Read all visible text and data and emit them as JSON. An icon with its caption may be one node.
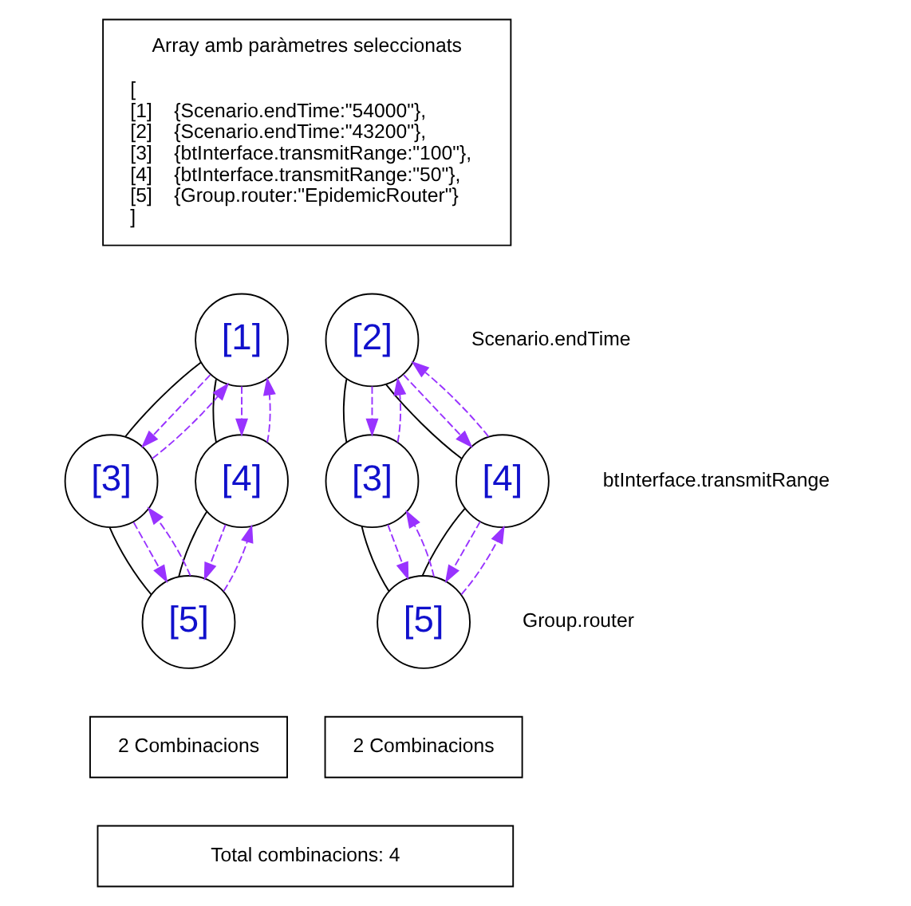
{
  "diagram": {
    "nodes": [
      {
        "text": [
          "Array amb paràmetres seleccionats",
          "[",
          "[1]    {Scenario.endTime:\"54000\"},",
          "[2]    {Scenario.endTime:\"43200\"},",
          "[3]    {btInterface.transmitRange:\"100\"},",
          "[4]    {btInterface.transmitRange:\"50\"},",
          "[5]    {Group.router:\"EpidemicRouter\"}",
          "]"
        ]
      },
      {
        "text": [
          "[1]"
        ]
      },
      {
        "text": [
          "[2]"
        ]
      },
      {
        "text": [
          "[3]"
        ]
      },
      {
        "text": [
          "[4]"
        ]
      },
      {
        "text": [
          "[3]"
        ]
      },
      {
        "text": [
          "[4]"
        ]
      },
      {
        "text": [
          "[5]"
        ]
      },
      {
        "text": [
          "[5]"
        ]
      },
      {
        "text": [
          "2 Combinacions"
        ]
      },
      {
        "text": [
          "2 Combinacions"
        ]
      },
      {
        "text": [
          "Total combinacions: 4"
        ]
      }
    ],
    "edges": [
      {
        "from": 1,
        "to": 3,
        "arrow": "none",
        "color": "#000000"
      },
      {
        "from": 1,
        "to": 4,
        "arrow": "none",
        "color": "#000000"
      },
      {
        "from": 3,
        "to": 7,
        "arrow": "none",
        "color": "#000000"
      },
      {
        "from": 4,
        "to": 7,
        "arrow": "none",
        "color": "#000000"
      },
      {
        "from": 2,
        "to": 5,
        "arrow": "none",
        "color": "#000000"
      },
      {
        "from": 2,
        "to": 6,
        "arrow": "none",
        "color": "#000000"
      },
      {
        "from": 5,
        "to": 8,
        "arrow": "none",
        "color": "#000000"
      },
      {
        "from": 6,
        "to": 8,
        "arrow": "none",
        "color": "#000000"
      },
      {
        "from": 1,
        "to": 3,
        "arrow": "to",
        "style": "dashed"
      },
      {
        "from": 3,
        "to": 1,
        "arrow": "to",
        "style": "dashed"
      },
      {
        "from": 1,
        "to": 4,
        "arrow": "to",
        "style": "dashed"
      },
      {
        "from": 4,
        "to": 1,
        "arrow": "to",
        "style": "dashed"
      },
      {
        "from": 3,
        "to": 7,
        "arrow": "to",
        "style": "dashed"
      },
      {
        "from": 7,
        "to": 3,
        "arrow": "to",
        "style": "dashed"
      },
      {
        "from": 4,
        "to": 7,
        "arrow": "to",
        "style": "dashed"
      },
      {
        "from": 7,
        "to": 4,
        "arrow": "to",
        "style": "dashed"
      },
      {
        "from": 2,
        "to": 5,
        "arrow": "to",
        "style": "dashed"
      },
      {
        "from": 5,
        "to": 2,
        "arrow": "to",
        "style": "dashed"
      },
      {
        "from": 2,
        "to": 6,
        "arrow": "to",
        "style": "dashed"
      },
      {
        "from": 6,
        "to": 2,
        "arrow": "to",
        "style": "dashed"
      },
      {
        "from": 5,
        "to": 8,
        "arrow": "to",
        "style": "dashed"
      },
      {
        "from": 8,
        "to": 5,
        "arrow": "to",
        "style": "dashed"
      },
      {
        "from": 6,
        "to": 8,
        "arrow": "to",
        "style": "dashed"
      },
      {
        "from": 8,
        "to": 6,
        "arrow": "to",
        "style": "dashed"
      }
    ],
    "labels": [
      "Scenario.endTime",
      "btInterface.transmitRange",
      "Group.router"
    ]
  }
}
